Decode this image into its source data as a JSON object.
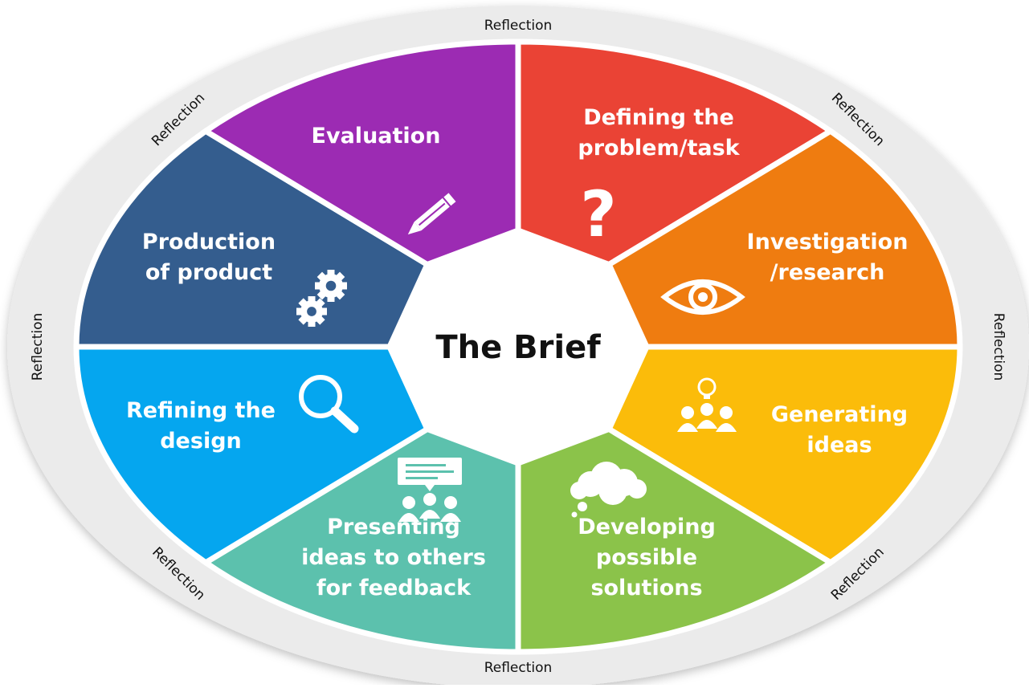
{
  "center": {
    "title": "The Brief"
  },
  "reflection_label": "Reflection",
  "segments": [
    {
      "lines": [
        "Defining the",
        "problem/task"
      ],
      "color": "#ea4335",
      "icon": "question-mark-icon"
    },
    {
      "lines": [
        "Investigation",
        "/research"
      ],
      "color": "#ef7c10",
      "icon": "eye-icon"
    },
    {
      "lines": [
        "Generating",
        "ideas"
      ],
      "color": "#fbbc0a",
      "icon": "lightbulb-team-icon"
    },
    {
      "lines": [
        "Developing",
        "possible",
        "solutions"
      ],
      "color": "#8bc34a",
      "icon": "thought-cloud-icon"
    },
    {
      "lines": [
        "Presenting",
        "ideas to others",
        "for feedback"
      ],
      "color": "#5cc1ad",
      "icon": "presentation-audience-icon"
    },
    {
      "lines": [
        "Refining the",
        "design"
      ],
      "color": "#05a6ef",
      "icon": "magnifier-icon"
    },
    {
      "lines": [
        "Production",
        "of product"
      ],
      "color": "#345d8e",
      "icon": "gears-icon"
    },
    {
      "lines": [
        "Evaluation"
      ],
      "color": "#9c2bb3",
      "icon": "pencil-icon"
    }
  ],
  "ring_color": "#ebebeb"
}
